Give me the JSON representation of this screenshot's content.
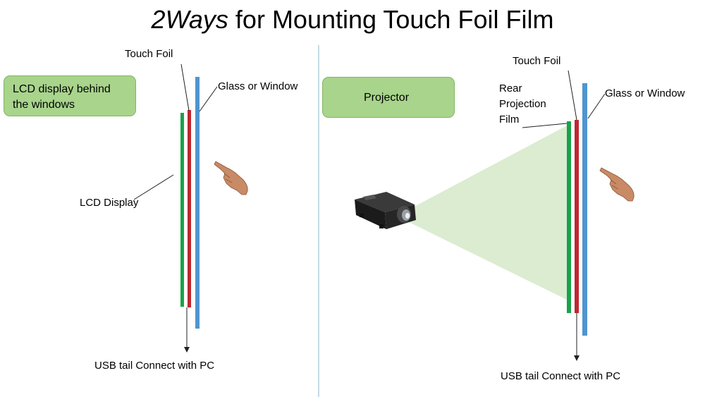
{
  "title": {
    "part1": "2Ways",
    "part2": " for Mounting Touch Foil Film"
  },
  "left": {
    "box_text": "LCD display behind the windows",
    "touch_foil": "Touch Foil",
    "glass": "Glass  or Window",
    "lcd_display": "LCD Display",
    "usb": "USB tail Connect with PC"
  },
  "right": {
    "box_text": "Projector",
    "touch_foil": "Touch Foil",
    "rear_projection_line1": "Rear",
    "rear_projection_line2": "Projection",
    "rear_projection_line3": "Film",
    "glass": "Glass  or Window",
    "usb": "USB tail Connect with PC"
  },
  "colors": {
    "lcd_layer": "#17a34a",
    "touch_foil_layer": "#c0262f",
    "glass_layer": "#4f95cf",
    "projection_beam": "#dbecd1",
    "box_fill": "#a8d48c",
    "divider": "#9dc3dc"
  }
}
